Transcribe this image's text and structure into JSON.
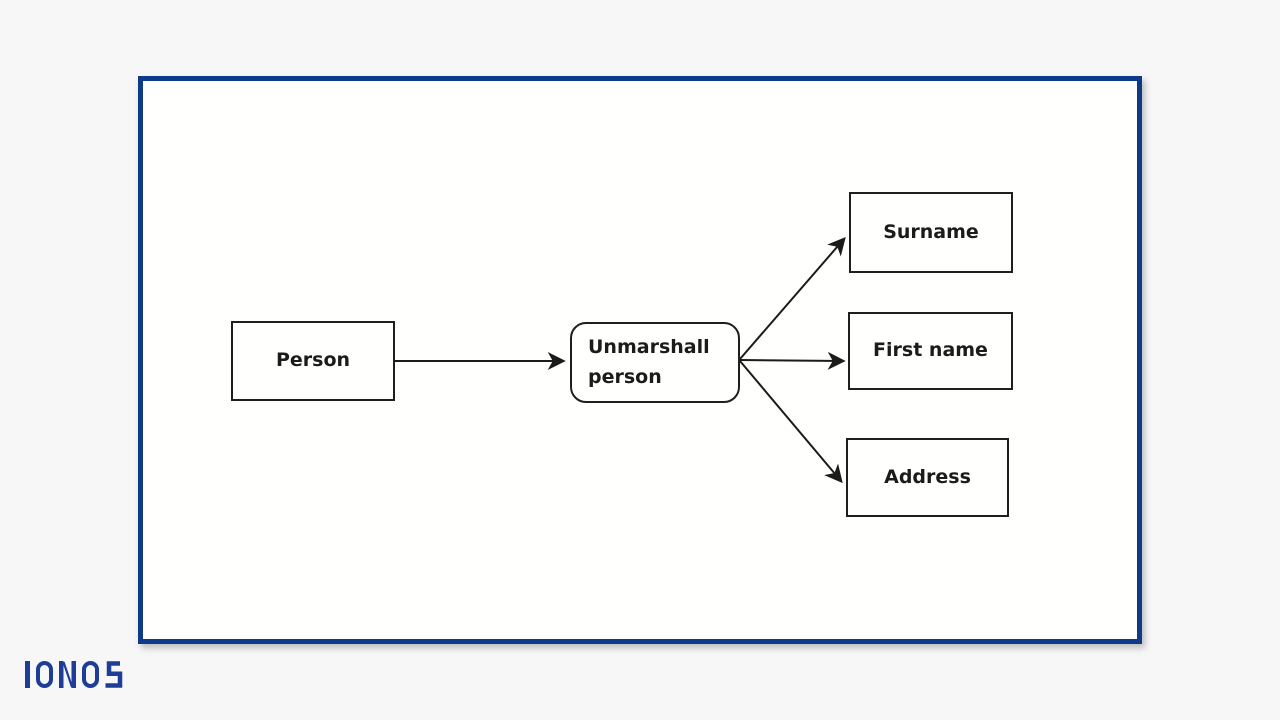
{
  "page": {
    "background_color": "#f7f7f8"
  },
  "frame": {
    "border_color": "#0e3b87",
    "background_color": "#fffffe"
  },
  "logo": {
    "text": "IONOS",
    "color": "#1d3d96"
  },
  "diagram": {
    "line_color": "#1b1b1b",
    "nodes": {
      "person": {
        "label": "Person",
        "shape": "rectangle"
      },
      "unmarshall": {
        "label": "Unmarshall person",
        "shape": "rounded-rectangle"
      },
      "surname": {
        "label": "Surname",
        "shape": "rectangle"
      },
      "first_name": {
        "label": "First name",
        "shape": "rectangle"
      },
      "address": {
        "label": "Address",
        "shape": "rectangle"
      }
    },
    "edges": [
      {
        "from": "person",
        "to": "unmarshall"
      },
      {
        "from": "unmarshall",
        "to": "surname"
      },
      {
        "from": "unmarshall",
        "to": "first_name"
      },
      {
        "from": "unmarshall",
        "to": "address"
      }
    ]
  }
}
